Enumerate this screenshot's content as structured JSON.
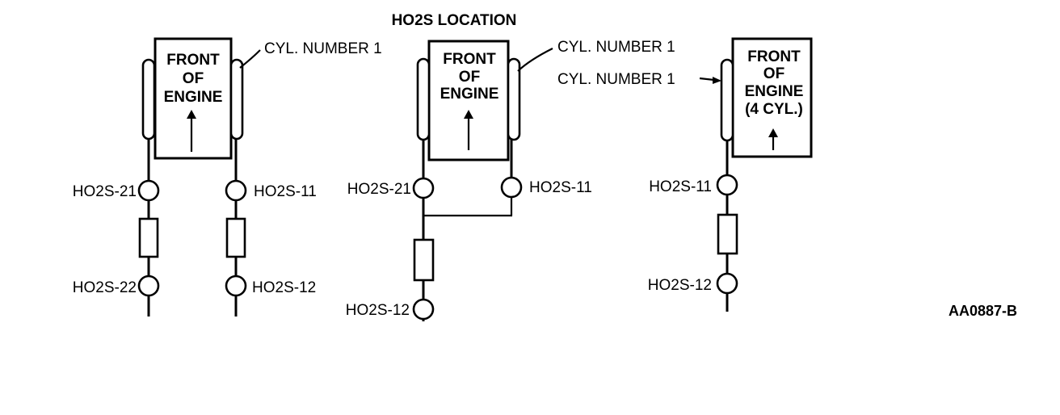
{
  "title": "HO2S LOCATION",
  "figure_code": "AA0887-B",
  "diagrams": [
    {
      "box_lines": [
        "FRONT",
        "OF",
        "ENGINE"
      ],
      "cyl_label": "CYL. NUMBER 1",
      "sensors": {
        "upper_left": "HO2S-21",
        "upper_right": "HO2S-11",
        "lower_left": "HO2S-22",
        "lower_right": "HO2S-12"
      }
    },
    {
      "box_lines": [
        "FRONT",
        "OF",
        "ENGINE"
      ],
      "cyl_label": "CYL. NUMBER 1",
      "sensors": {
        "upper_left": "HO2S-21",
        "upper_right": "HO2S-11",
        "lower": "HO2S-12"
      }
    },
    {
      "box_lines": [
        "FRONT",
        "OF",
        "ENGINE",
        "(4 CYL.)"
      ],
      "cyl_label": "CYL. NUMBER 1",
      "sensors": {
        "upper": "HO2S-11",
        "lower": "HO2S-12"
      }
    }
  ]
}
